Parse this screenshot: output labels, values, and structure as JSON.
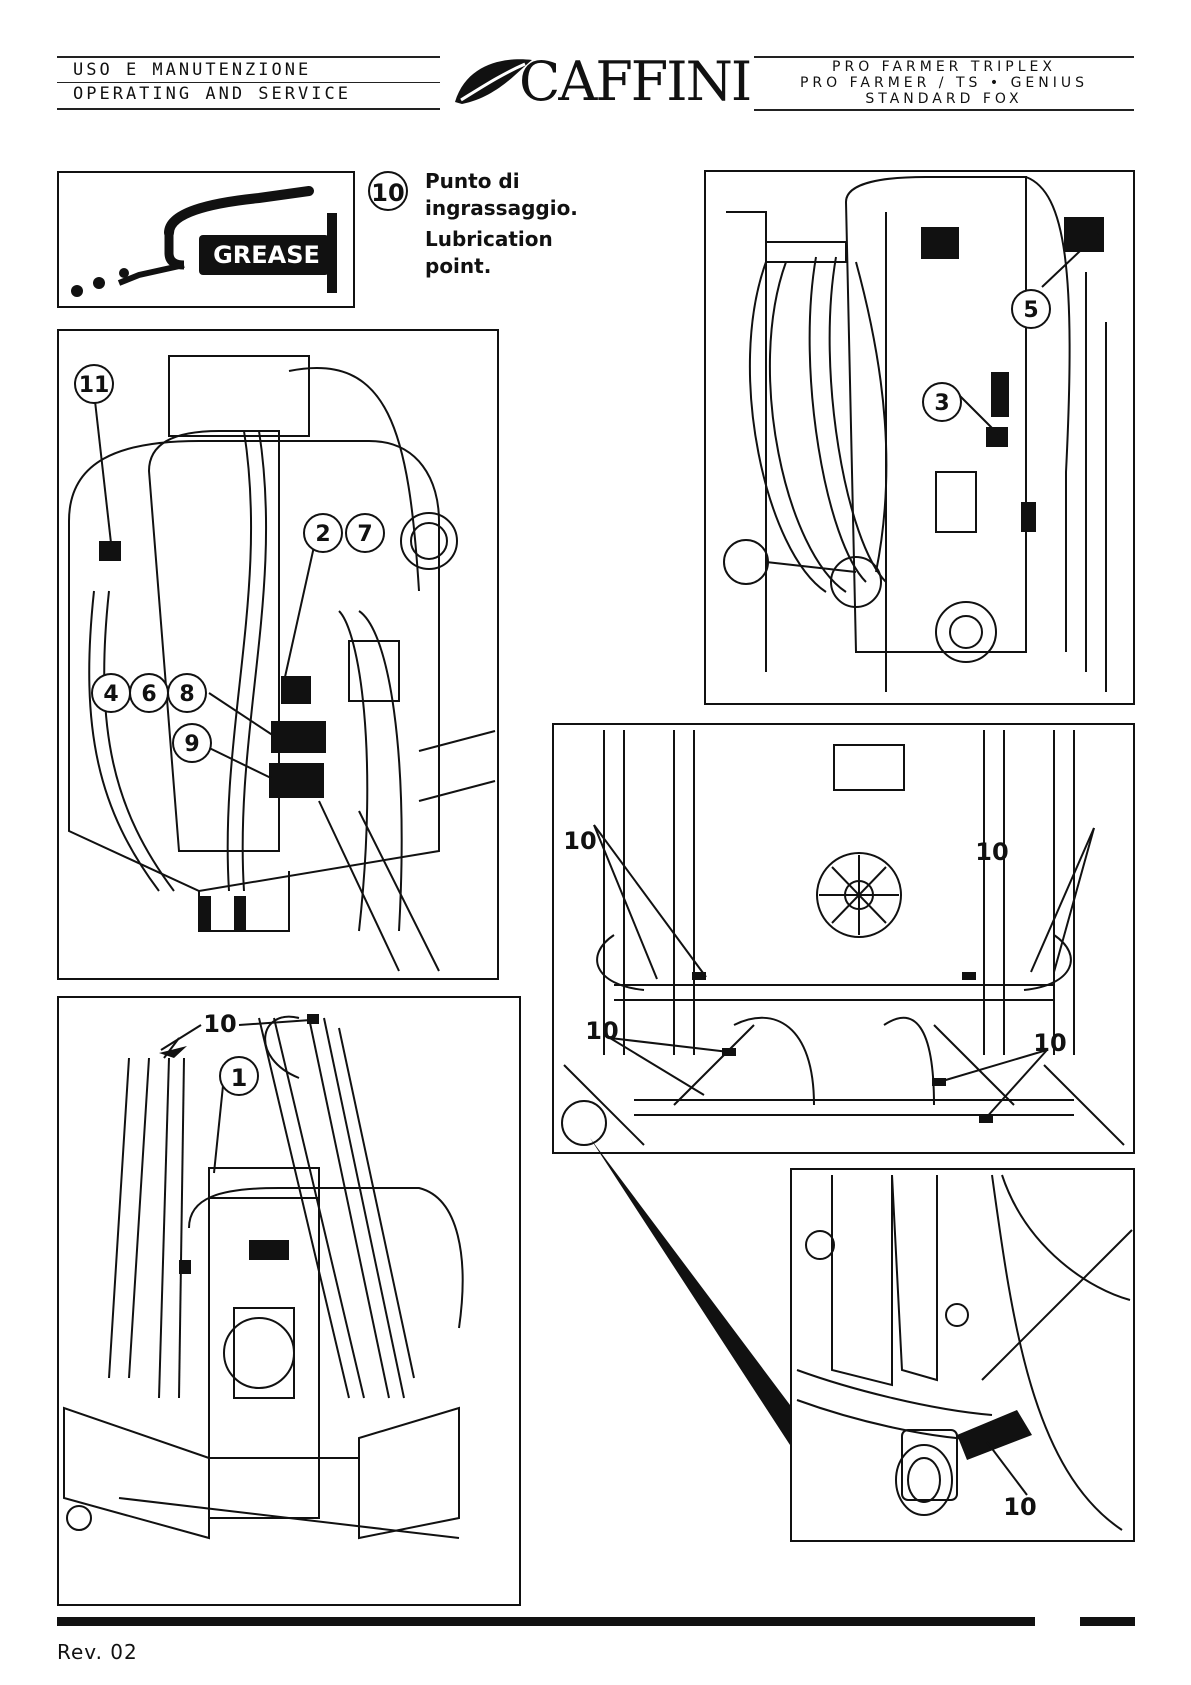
{
  "header": {
    "left_line1": "USO E MANUTENZIONE",
    "left_line2": "OPERATING AND SERVICE",
    "brand": "CAFFINI",
    "right_line1": "PRO FARMER TRIPLEX",
    "right_line2": "PRO FARMER / TS • GENIUS",
    "right_line3": "STANDARD FOX"
  },
  "grease_label": "GREASE",
  "legend": {
    "number": "10",
    "it": "Punto di ingrassaggio.",
    "en": "Lubrication point."
  },
  "callouts": {
    "c1": "1",
    "c2": "2",
    "c3": "3",
    "c4": "4",
    "c5": "5",
    "c6": "6",
    "c7": "7",
    "c8": "8",
    "c9": "9",
    "c10": "10",
    "c11": "11"
  },
  "footer": {
    "revision": "Rev. 02"
  },
  "colors": {
    "ink": "#111111",
    "paper": "#ffffff"
  }
}
